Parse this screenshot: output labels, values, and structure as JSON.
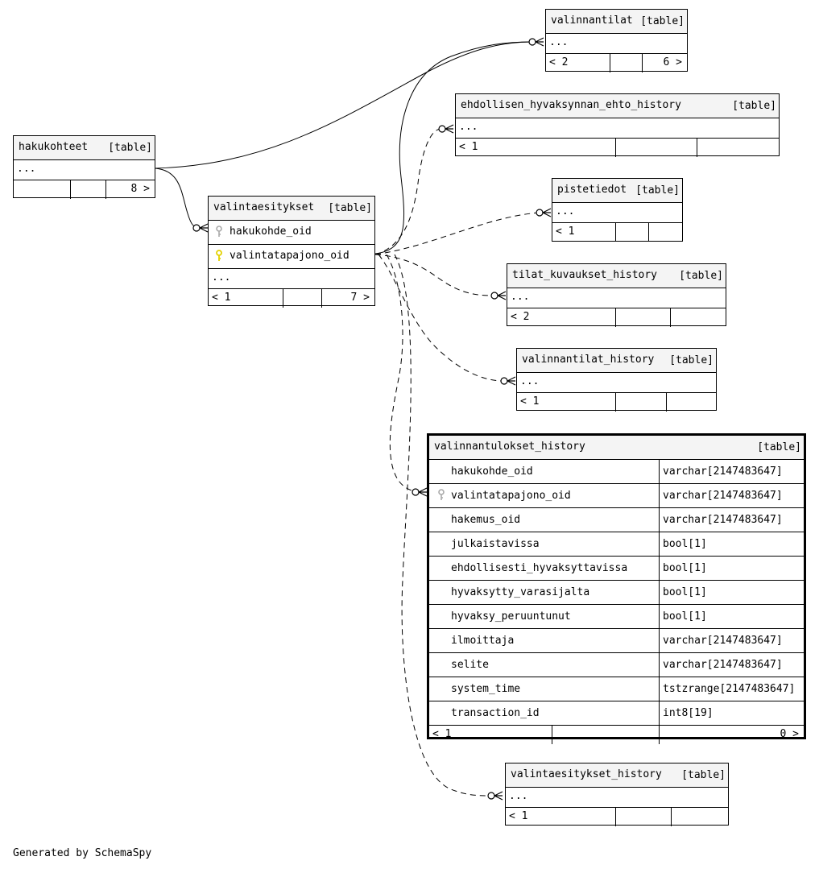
{
  "footer": "Generated by SchemaSpy",
  "ellipsis": "...",
  "kind_label": "[table]",
  "colors": {
    "primary_key": "#e3d100",
    "foreign_key": "#aaaaaa",
    "header_bg": "#f4f4f4",
    "line": "#000000"
  },
  "tables": {
    "valinnantilat": {
      "name": "valinnantilat",
      "kind": "[table]",
      "footer_left": "< 2",
      "footer_right": "6 >"
    },
    "ehdollisen": {
      "name": "ehdollisen_hyvaksynnan_ehto_history",
      "kind": "[table]",
      "footer_left": "< 1"
    },
    "hakukohteet": {
      "name": "hakukohteet",
      "kind": "[table]",
      "footer_right": "8 >"
    },
    "valintaesitykset": {
      "name": "valintaesitykset",
      "kind": "[table]",
      "columns": [
        {
          "name": "hakukohde_oid",
          "key": "foreign-key"
        },
        {
          "name": "valintatapajono_oid",
          "key": "primary-key"
        }
      ],
      "footer_left": "< 1",
      "footer_right": "7 >"
    },
    "pistetiedot": {
      "name": "pistetiedot",
      "kind": "[table]",
      "footer_left": "< 1"
    },
    "tilat_kuvaukset_history": {
      "name": "tilat_kuvaukset_history",
      "kind": "[table]",
      "footer_left": "< 2"
    },
    "valinnantilat_history": {
      "name": "valinnantilat_history",
      "kind": "[table]",
      "footer_left": "< 1"
    },
    "valinnantulokset_history": {
      "name": "valinnantulokset_history",
      "kind": "[table]",
      "columns": [
        {
          "name": "hakukohde_oid",
          "type": "varchar[2147483647]",
          "key": ""
        },
        {
          "name": "valintatapajono_oid",
          "type": "varchar[2147483647]",
          "key": "foreign-key"
        },
        {
          "name": "hakemus_oid",
          "type": "varchar[2147483647]",
          "key": ""
        },
        {
          "name": "julkaistavissa",
          "type": "bool[1]",
          "key": ""
        },
        {
          "name": "ehdollisesti_hyvaksyttavissa",
          "type": "bool[1]",
          "key": ""
        },
        {
          "name": "hyvaksytty_varasijalta",
          "type": "bool[1]",
          "key": ""
        },
        {
          "name": "hyvaksy_peruuntunut",
          "type": "bool[1]",
          "key": ""
        },
        {
          "name": "ilmoittaja",
          "type": "varchar[2147483647]",
          "key": ""
        },
        {
          "name": "selite",
          "type": "varchar[2147483647]",
          "key": ""
        },
        {
          "name": "system_time",
          "type": "tstzrange[2147483647]",
          "key": ""
        },
        {
          "name": "transaction_id",
          "type": "int8[19]",
          "key": ""
        }
      ],
      "footer_left": "< 1",
      "footer_right": "0 >"
    },
    "valintaesitykset_history": {
      "name": "valintaesitykset_history",
      "kind": "[table]",
      "footer_left": "< 1"
    }
  }
}
